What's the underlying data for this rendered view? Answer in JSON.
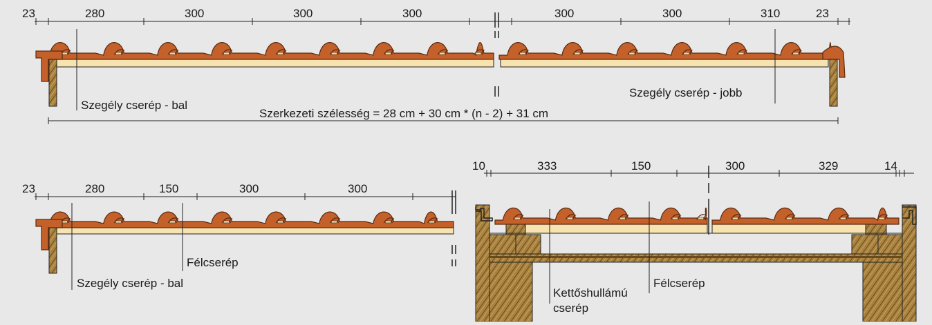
{
  "colors": {
    "background": "#e8e8e8",
    "tile": "#c4602a",
    "tile_outline": "#5a2a10",
    "batten": "#f6e3b0",
    "wood": "#a07a3a",
    "wood_dark": "#6a4a1a",
    "line": "#222222"
  },
  "diagram_top": {
    "dims": [
      "23",
      "280",
      "300",
      "300",
      "300",
      "300",
      "300",
      "310",
      "23"
    ],
    "label_left": "Szegély cserép - bal",
    "label_right": "Szegély cserép - jobb",
    "formula": "Szerkezeti szélesség = 28 cm + 30 cm * (n - 2) + 31 cm"
  },
  "diagram_bottom_left": {
    "dims": [
      "23",
      "280",
      "150",
      "300",
      "300"
    ],
    "label_half": "Félcserép",
    "label_edge": "Szegély cserép - bal"
  },
  "diagram_bottom_right": {
    "dims": [
      "10",
      "333",
      "150",
      "300",
      "329",
      "14"
    ],
    "label_double_line1": "Kettőshullámú",
    "label_double_line2": "cserép",
    "label_half": "Félcserép"
  }
}
